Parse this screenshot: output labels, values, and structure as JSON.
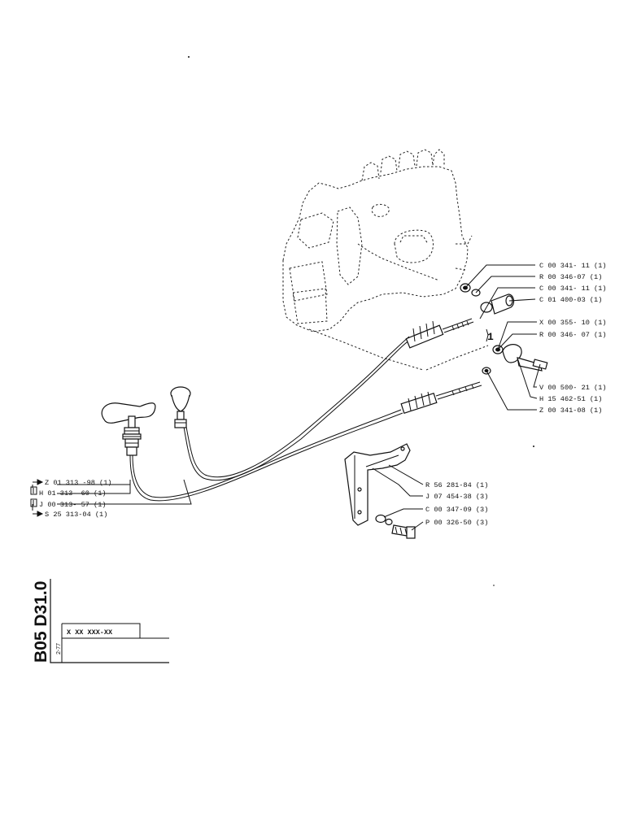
{
  "title_block": {
    "code": "B05 D31.0",
    "sheet": "2-77",
    "serial": "X XX XXX-XX"
  },
  "callouts_right": [
    "C 00 341- 11 (1)",
    "R 00 346-07 (1)",
    "C 00 341- 11 (1)",
    "C 01 400-03 (1)",
    "X 00 355- 10 (1)",
    "R 00 346- 07 (1)",
    "V 00 500- 21 (1)",
    "H 15 462-51 (1)",
    "Z 00 341-08 (1)"
  ],
  "callouts_bracket": [
    "R 56 281-84 (1)",
    "J 07 454-38 (3)",
    "C 00 347-09 (3)",
    "P 00 326-50 (3)"
  ],
  "callouts_left": [
    "Z 01 313 -98 (1)",
    "H 01 313- 60 (1)",
    "J 00 313- 57 (1)",
    "S 25 313-04 (1)"
  ],
  "mark_one": "1"
}
